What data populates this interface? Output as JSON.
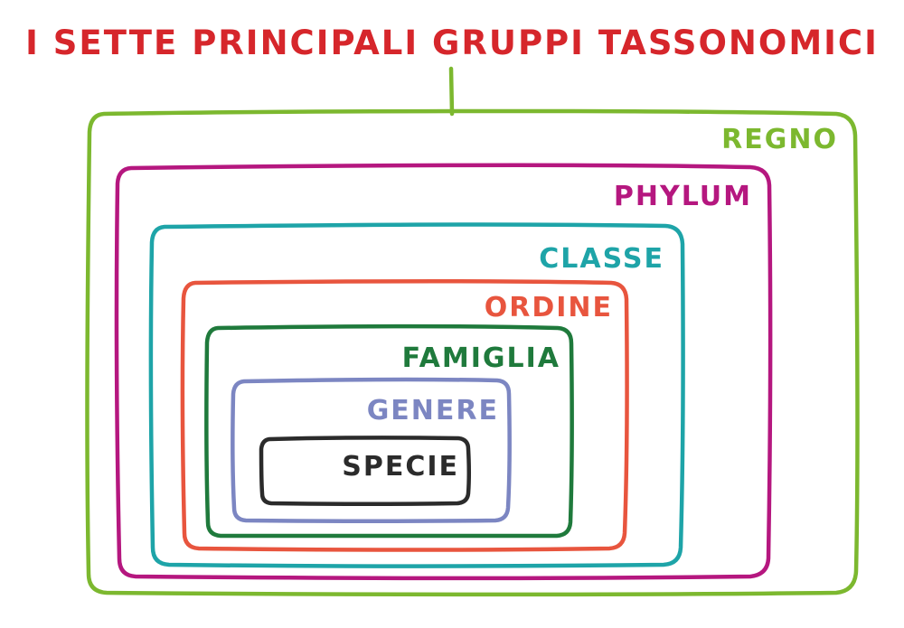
{
  "title": "I SETTE PRINCIPALI GRUPPI TASSONOMICI",
  "colors": {
    "title": "#d6262b",
    "regno": "#7cb82f",
    "phylum": "#b5177f",
    "classe": "#1ea4a8",
    "ordine": "#e8553e",
    "famiglia": "#1f7a3c",
    "genere": "#7c86c2",
    "specie": "#2b2b2b"
  },
  "ranks": {
    "regno": "REGNO",
    "phylum": "PHYLUM",
    "classe": "CLASSE",
    "ordine": "ORDINE",
    "famiglia": "FAMIGLIA",
    "genere": "GENERE",
    "specie": "SPECIE"
  }
}
